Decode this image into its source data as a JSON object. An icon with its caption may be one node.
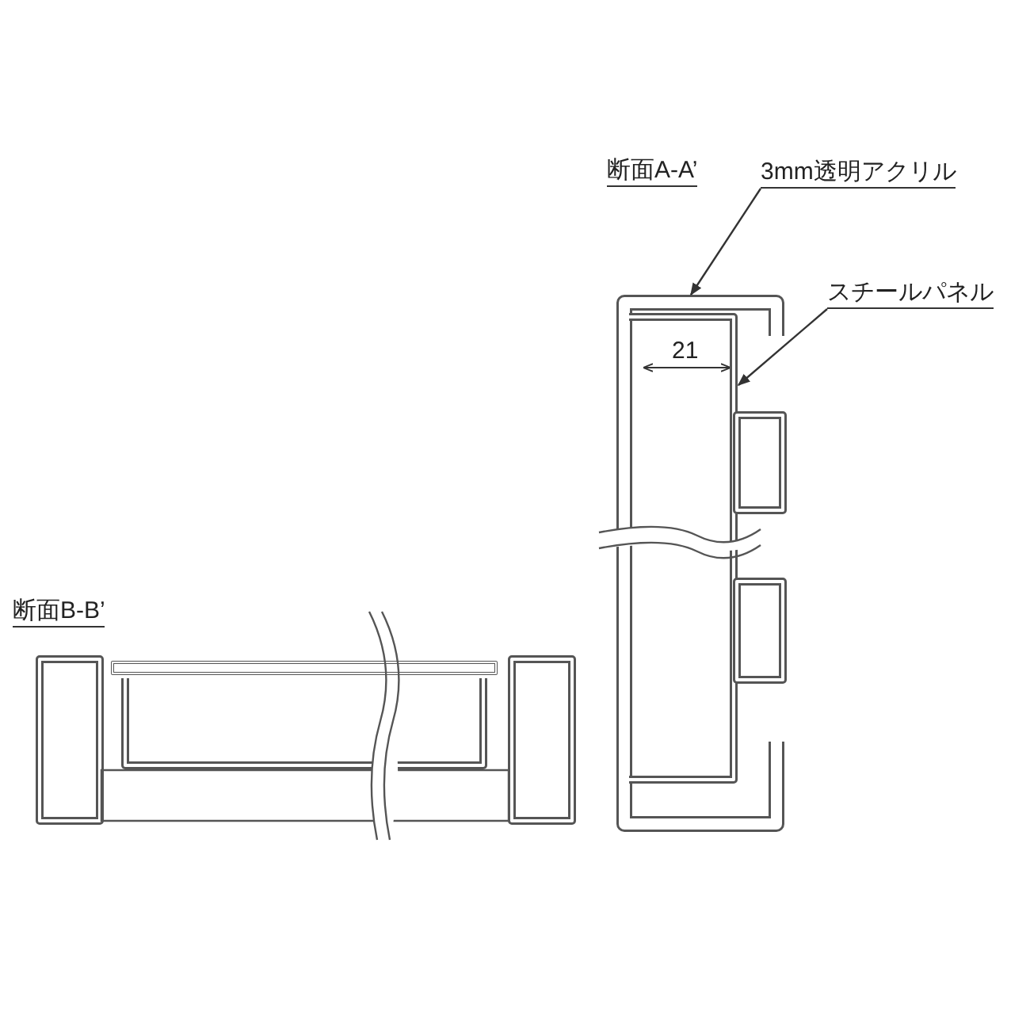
{
  "diagram": {
    "nodes": [
      {
        "text": [
          "3mm透明アクリル"
        ]
      },
      {
        "text": [
          "スチールパネル"
        ]
      },
      {
        "text": [],
        "shape": "picture"
      },
      {
        "text": [],
        "shape": "picture",
        "in": 2
      }
    ],
    "edges": [
      {
        "from": 0,
        "to": 2,
        "arrow": "to"
      },
      {
        "from": 1,
        "to": 3,
        "arrow": "to"
      }
    ],
    "labels": [
      "断面A-A’",
      "21",
      "断面B-B’"
    ]
  }
}
